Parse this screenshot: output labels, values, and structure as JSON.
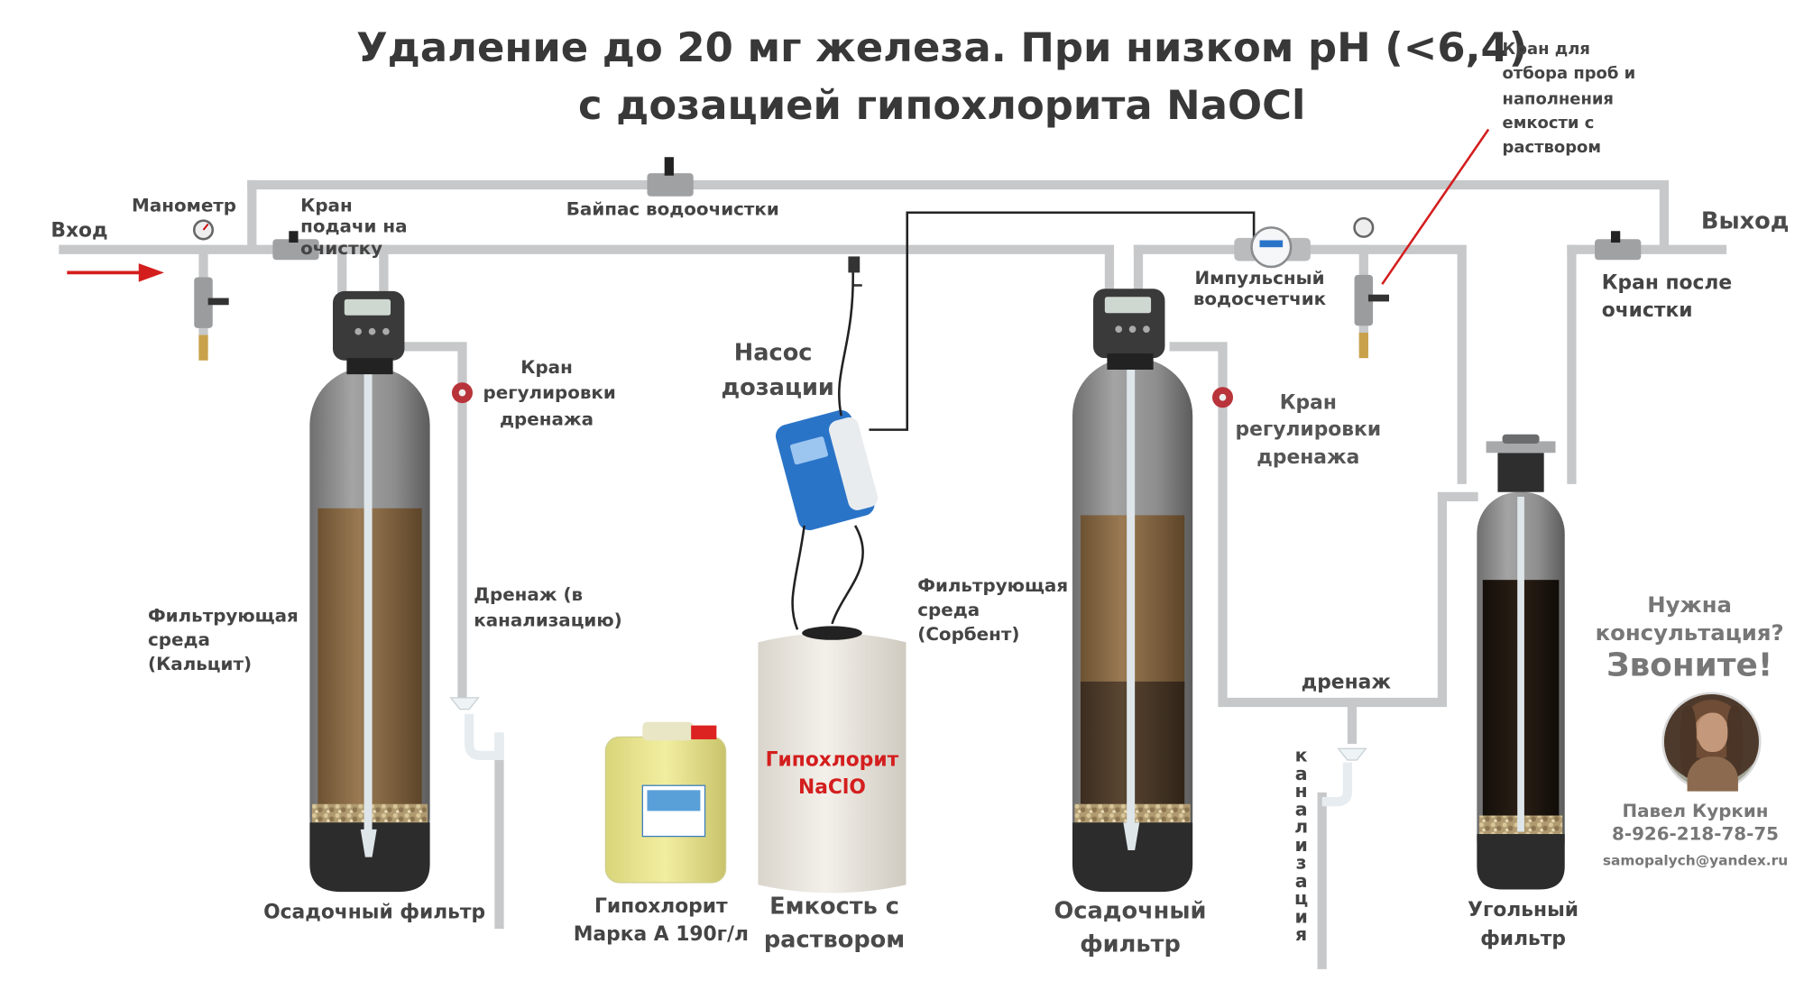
{
  "title": {
    "line1": "Удаление до 20 мг железа. При низком pH (<6,4)",
    "line2": "с дозацией гипохлорита NaOCl"
  },
  "labels": {
    "inlet": "Вход",
    "outlet": "Выход",
    "manometer": "Манометр",
    "feed_valve": "Кран подачи на очистку",
    "bypass": "Байпас водоочистки",
    "sample_valve": "Кран для отбора проб и наполнения емкости с раствором",
    "pulse_meter": "Импульсный водосчетчик",
    "post_valve": "Кран после очистки",
    "drain_valve_1": "Кран регулировки дренажа",
    "drain_valve_2": "Кран регулировки дренажа",
    "dosing_pump": "Насос дозации",
    "media_1": "Фильтрующая среда (Кальцит)",
    "media_2": "Фильтрующая среда (Сорбент)",
    "drain_1": "Дренаж (в канализацию)",
    "drain_2": "дренаж",
    "sewer": "канализация",
    "filter_1": "Осадочный фильтр",
    "filter_2": "Осадочный фильтр",
    "filter_3": "Угольный фильтр",
    "canister": "Гипохлорит Марка А 190г/л",
    "tank_caption": "Емкость с раствором",
    "tank_text": "Гипохлорит NaClO"
  },
  "contact": {
    "question": "Нужна консультация?",
    "call": "Звоните!",
    "name": "Павел Куркин",
    "phone": "8-926-218-78-75",
    "email": "samopalych@yandex.ru"
  },
  "colors": {
    "pipe": "#c9cbcd",
    "tank": "#8d8d8d",
    "media_calcite": "#8a6a45",
    "media_sorbent": "#4a3a2a",
    "media_carbon": "#1e1710",
    "pump": "#2a74c8",
    "flow_arrow": "#d41e1e",
    "accent_text": "#d41e1e"
  }
}
